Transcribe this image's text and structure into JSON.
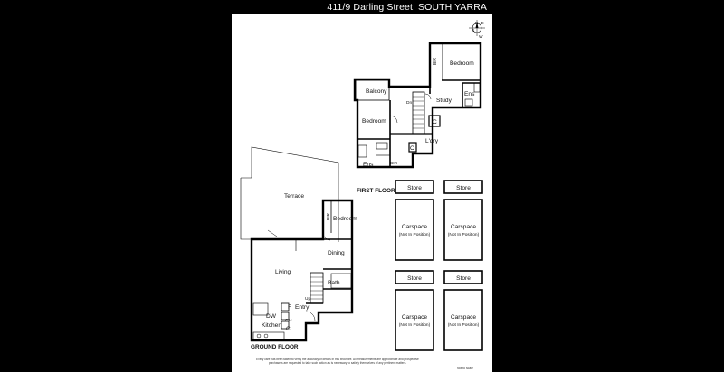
{
  "header": {
    "address": "411/9 Darling Street, SOUTH YARRA"
  },
  "compass": {
    "n": "N",
    "s": "S",
    "e": "E",
    "w": "W"
  },
  "first_floor": {
    "title": "FIRST FLOOR",
    "rooms": {
      "bedroom_1": "Bedroom",
      "bir_1": "BIR",
      "ens_1": "Ens",
      "study": "Study",
      "c_1": "C",
      "c_2": "C",
      "laundry": "L'dry",
      "balcony": "Balcony",
      "bedroom_2": "Bedroom",
      "ens_2": "Ens",
      "bir_2": "BIR",
      "dn": "Dn"
    }
  },
  "ground_floor": {
    "title": "GROUND FLOOR",
    "rooms": {
      "terrace": "Terrace",
      "bedroom": "Bedroom",
      "bir": "BIR",
      "dining": "Dining",
      "living": "Living",
      "bath": "Bath",
      "up": "Up",
      "f": "F",
      "dw": "DW",
      "kitchen": "Kitchen",
      "cm": "CM",
      "c": "C",
      "entry": "Entry"
    }
  },
  "parking": {
    "store_label": "Store",
    "carspace_label": "Carspace",
    "carspace_note": "(Not In Position)"
  },
  "footer": {
    "disclaimer": "Every care has been taken to verify the accuracy of details in this brochure. All measurements are approximate and prospective purchasers are requested to take such action as is necessary to satisfy themselves of any pertinent matters.",
    "scale_note": "Not to scale"
  }
}
